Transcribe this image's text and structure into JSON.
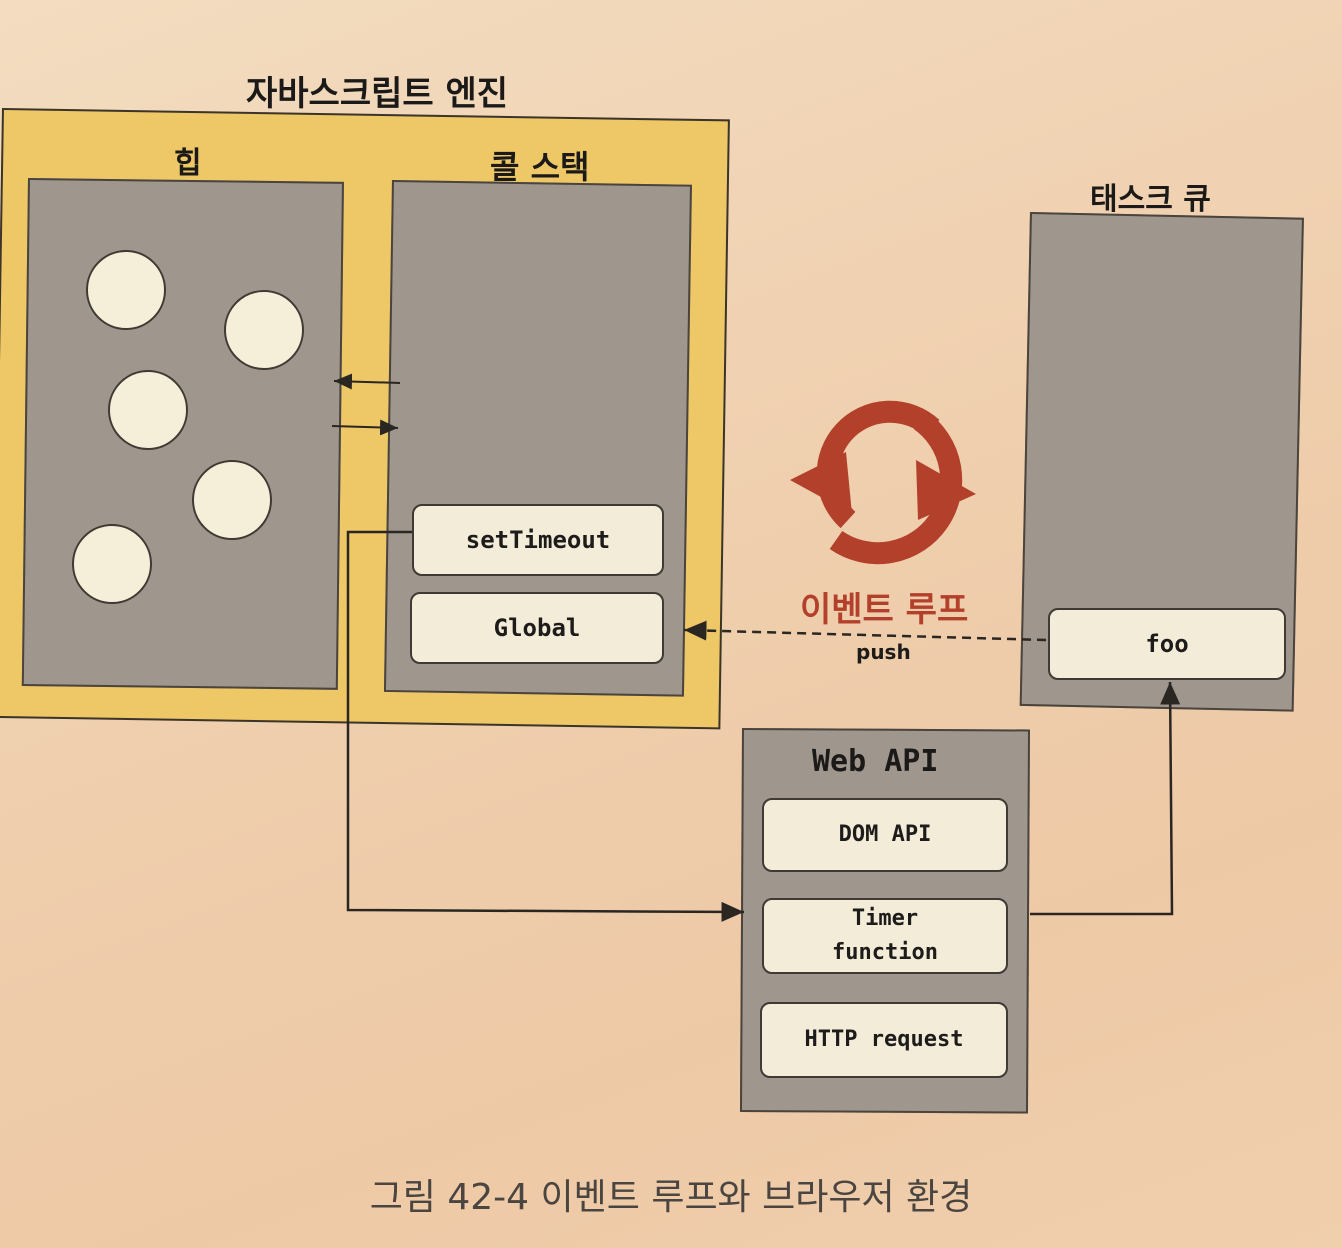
{
  "engine": {
    "title": "자바스크립트 엔진"
  },
  "heap": {
    "title": "힙"
  },
  "call_stack": {
    "title": "콜 스택",
    "frames": [
      "setTimeout",
      "Global"
    ]
  },
  "task_queue": {
    "title": "태스크 큐",
    "items": [
      "foo"
    ]
  },
  "event_loop": {
    "label": "이벤트 루프",
    "push_label": "push"
  },
  "web_api": {
    "title": "Web API",
    "items": [
      "DOM API",
      "Timer\nfunction",
      "HTTP request"
    ]
  },
  "caption": "그림 42-4 이벤트 루프와 브라우저 환경",
  "colors": {
    "engine_fill": "#eec766",
    "panel_fill": "#9f968d",
    "frame_fill": "#f2ecd9",
    "loop_accent": "#b3402a"
  }
}
